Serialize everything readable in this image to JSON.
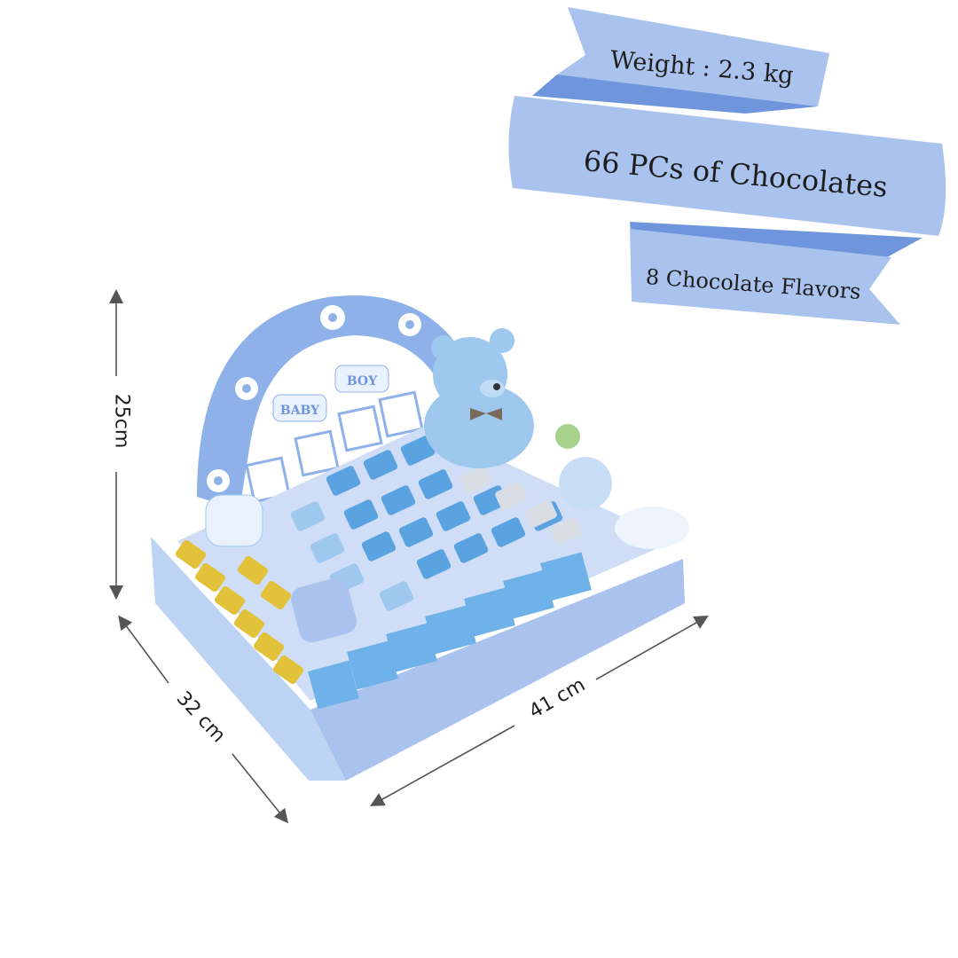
{
  "ribbons": {
    "weight": "Weight : 2.3 kg",
    "pieces": "66 PCs of Chocolates",
    "flavors": "8 Chocolate Flavors"
  },
  "dimensions": {
    "height": "25cm",
    "depth": "32 cm",
    "width": "41 cm"
  },
  "product_labels": {
    "arch_left": "BABY",
    "arch_right": "BOY"
  },
  "colors": {
    "ribbon": "#a9c3ee",
    "ribbon_dark": "#6f95dc",
    "tray": "#bcd3f4",
    "tray_dark": "#8fb1ea",
    "chocolate_blue": "#5aa3e0",
    "chocolate_gold": "#e1c23a",
    "chocolate_silver": "#d9dde4",
    "bear": "#9ec8ee",
    "arrow": "#555555"
  }
}
